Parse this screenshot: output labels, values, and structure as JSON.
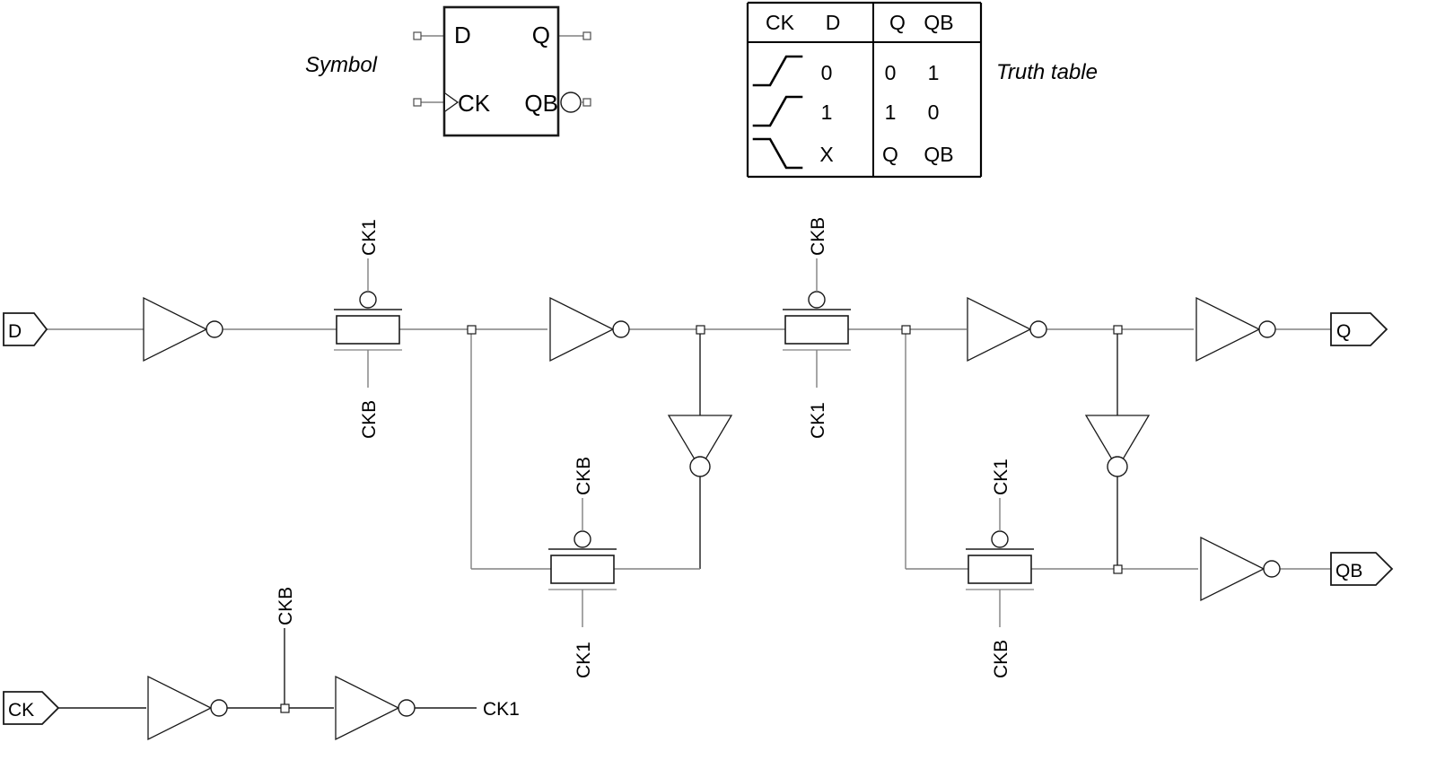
{
  "figure": {
    "kind": "digital-schematic",
    "title_symbol": "Symbol",
    "title_truth": "Truth table",
    "colors": {
      "wire": "#808080",
      "ink": "#1a1a1a",
      "table_ink": "#000000",
      "background": "#ffffff"
    }
  },
  "symbol": {
    "caption": "Symbol",
    "inputs": [
      {
        "label": "D"
      },
      {
        "label": "CK"
      }
    ],
    "outputs": [
      {
        "label": "Q",
        "inverted": false
      },
      {
        "label": "QB",
        "inverted": true
      }
    ]
  },
  "truth_table": {
    "caption": "Truth table",
    "headers": [
      "CK",
      "D",
      "Q",
      "QB"
    ],
    "rows": [
      {
        "ck": "rising-edge",
        "d": "0",
        "q": "0",
        "qb": "1"
      },
      {
        "ck": "rising-edge",
        "d": "1",
        "q": "1",
        "qb": "0"
      },
      {
        "ck": "falling-edge",
        "d": "X",
        "q": "Q",
        "qb": "QB"
      }
    ]
  },
  "circuit": {
    "pins": {
      "d_in": "D",
      "ck_in": "CK",
      "q_out": "Q",
      "qb_out": "QB"
    },
    "clock_net_labels": {
      "ck1": "CK1",
      "ckb": "CKB"
    },
    "master_stage": {
      "input_inverter": "inverter",
      "pass_gate": {
        "top_gate": "CK1",
        "bottom_gate": "CKB"
      },
      "forward_inverter": "inverter",
      "feedback_inverter": "inverter",
      "feedback_pass_gate": {
        "top_gate": "CKB",
        "bottom_gate": "CK1"
      }
    },
    "slave_stage": {
      "pass_gate": {
        "top_gate": "CKB",
        "bottom_gate": "CK1"
      },
      "forward_inverter": "inverter",
      "feedback_inverter": "inverter",
      "feedback_pass_gate": {
        "top_gate": "CK1",
        "bottom_gate": "CKB"
      },
      "q_output_inverter": "inverter",
      "qb_output_inverter": "inverter"
    },
    "clock_generator": {
      "input": "CK",
      "first_inverter_output": "CKB",
      "second_inverter_output": "CK1"
    }
  }
}
